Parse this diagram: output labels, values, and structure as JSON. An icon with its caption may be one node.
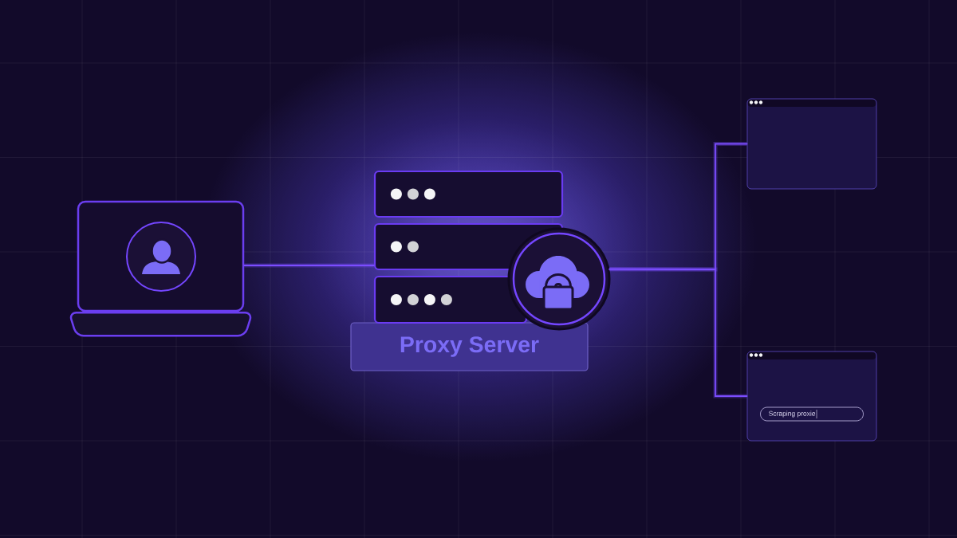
{
  "diagram": {
    "nodes": [
      {
        "text": [],
        "shape": "picture"
      },
      {
        "text": [],
        "shape": "box"
      },
      {
        "text": [],
        "shape": "box"
      },
      {
        "text": [],
        "shape": "box"
      },
      {
        "text": [
          "Proxy Server"
        ]
      },
      {
        "text": [],
        "shape": "circle"
      },
      {
        "text": [],
        "shape": "box"
      },
      {
        "text": [],
        "shape": "box"
      },
      {
        "text": [
          "Scraping proxie"
        ],
        "in": 7
      }
    ],
    "edges": [
      {
        "from": 0,
        "to": 2,
        "arrow": "none"
      },
      {
        "from": 5,
        "to": 6,
        "arrow": "none"
      },
      {
        "from": 5,
        "to": 7,
        "arrow": "none"
      }
    ]
  }
}
